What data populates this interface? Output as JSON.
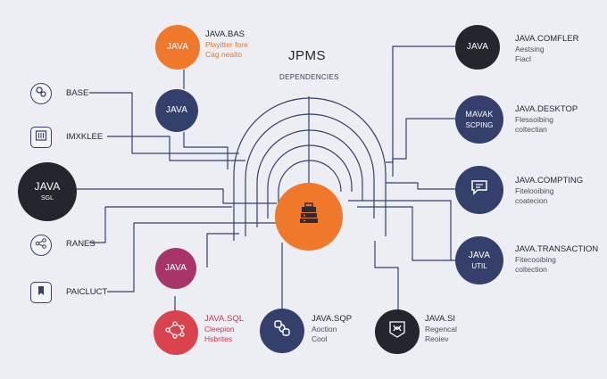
{
  "title": "JPMS",
  "subtitle": "DEPENDENCIES",
  "colors": {
    "orange": "#f0782b",
    "navy": "#34406b",
    "dark": "#24262d",
    "magenta": "#a8346a",
    "red": "#d9434e",
    "line": "#34406b"
  },
  "center_icon": "stacked-modules-icon",
  "left_items": [
    {
      "label": "BASE",
      "icon": "gear-cluster-icon"
    },
    {
      "label": "IMXKLEE",
      "icon": "module-grid-icon"
    },
    {
      "label": "RANES",
      "icon": "network-nodes-icon"
    },
    {
      "label": "PAICLUCT",
      "icon": "bookmark-icon"
    }
  ],
  "big_node": {
    "title": "JAVA",
    "sub": "SGL"
  },
  "top_nodes": [
    {
      "title": "JAVA",
      "label": "JAVA.BAS",
      "sub1": "Playitter fore",
      "sub2": "Cag nealto"
    },
    {
      "title": "JAVA"
    }
  ],
  "right_nodes": [
    {
      "title": "JAVA",
      "label": "JAVA.COMFLER",
      "sub1": "Aestsing",
      "sub2": "Fiacl"
    },
    {
      "title": "MAVAK",
      "sub": "SCPING",
      "label": "JAVA.DESKTOP",
      "sub1": "Flessoibing",
      "sub2": "coltectian"
    },
    {
      "icon": "chat-window-icon",
      "label": "JAVA.COMPTING",
      "sub1": "Fitelooibing",
      "sub2": "coatecion"
    },
    {
      "title": "JAVA",
      "sub": "UTIL",
      "label": "JAVA.TRANSACTION",
      "sub1": "Fitecooibing",
      "sub2": "coltection"
    }
  ],
  "bottom_nodes": [
    {
      "title": "JAVA"
    },
    {
      "icon": "molecule-icon",
      "label": "JAVA.SQL",
      "sub1": "Cleepion",
      "sub2": "Hsbrites"
    },
    {
      "icon": "chain-link-icon",
      "label": "JAVA.SQP",
      "sub1": "Aoction",
      "sub2": "Cool"
    },
    {
      "icon": "badge-frame-icon",
      "label": "JAVA.SI",
      "sub1": "Regencal",
      "sub2": "Reoiev"
    }
  ]
}
